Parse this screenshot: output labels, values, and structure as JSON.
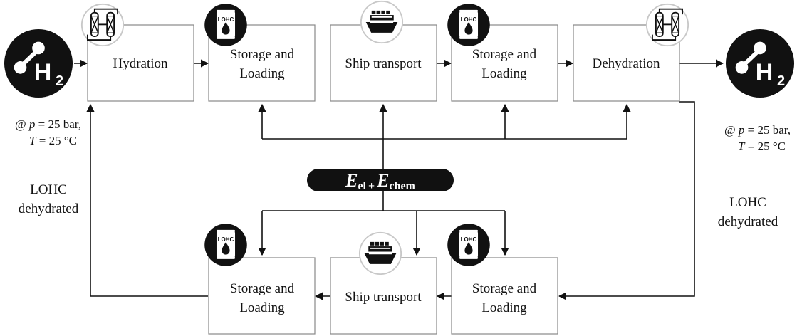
{
  "top_row": {
    "hydration": "Hydration",
    "storage1": [
      "Storage and",
      "Loading"
    ],
    "ship": "Ship transport",
    "storage2": [
      "Storage and",
      "Loading"
    ],
    "dehydration": "Dehydration"
  },
  "bottom_row": {
    "storage_left": [
      "Storage and",
      "Loading"
    ],
    "ship": "Ship transport",
    "storage_right": [
      "Storage and",
      "Loading"
    ]
  },
  "hydrogen_symbol": {
    "main": "H",
    "sub": "2"
  },
  "conditions": {
    "left": {
      "p_line": [
        "@ ",
        "p",
        " = 25 bar,"
      ],
      "t_line": [
        "T",
        " = 25 °C"
      ]
    },
    "right": {
      "p_line": [
        "@ ",
        "p",
        " = 25 bar,"
      ],
      "t_line": [
        "T",
        " = 25 °C"
      ]
    }
  },
  "side_labels": {
    "left": [
      "LOHC",
      "dehydrated"
    ],
    "right": [
      "LOHC",
      "dehydrated"
    ]
  },
  "energy": {
    "E1": "E",
    "sub1": "el",
    "plus": "+",
    "E2": "E",
    "sub2": "chem"
  },
  "icon_labels": {
    "barrel": "LOHC"
  },
  "colors": {
    "ink": "#111111",
    "box_border": "#888888",
    "icon_bg": "#111111",
    "icon_ring": "#c8c8c8"
  }
}
